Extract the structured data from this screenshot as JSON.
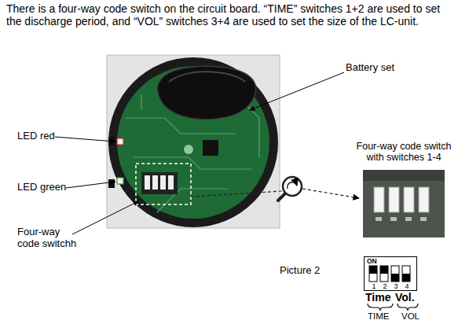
{
  "diagram": {
    "caption": "Picture 2",
    "nodes": [
      {
        "text": [
          "Four-way code switch with switches 1-4"
        ]
      },
      {
        "text": [
          "ON",
          "1",
          "2",
          "3",
          "4"
        ]
      }
    ],
    "labels": [
      "There is a four-way code switch on the circuit board. “TIME” switches 1+2 are used to set the discharge period, and “VOL” switches 3+4 are used to set the size of the LC-unit.",
      "Battery set",
      "LED red",
      "LED green",
      "Four-way code switchh",
      "Time",
      "Vol.",
      "TIME",
      "VOL"
    ]
  }
}
